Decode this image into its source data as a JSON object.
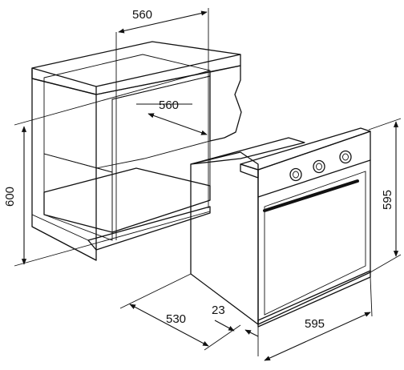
{
  "dimensions": {
    "cabinet_width_top": "560",
    "cabinet_inner_depth": "560",
    "cabinet_height": "600",
    "oven_height": "595",
    "oven_depth": "530",
    "oven_front_panel": "23",
    "oven_width": "595"
  },
  "colors": {
    "cabinet_fill": "#a7a7a7",
    "cabinet_top": "#c9c9c9",
    "oven_body": "#ffffff",
    "line": "#111111"
  },
  "icons": [
    "knob-icon",
    "handle-icon"
  ]
}
